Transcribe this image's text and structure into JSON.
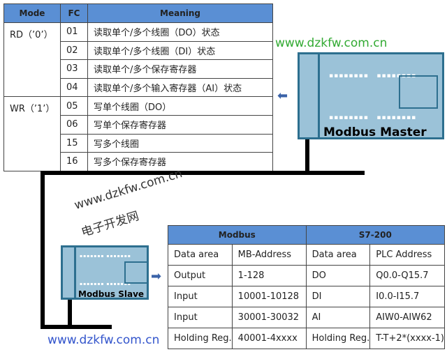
{
  "fc_table": {
    "headers": [
      "Mode",
      "FC",
      "Meaning"
    ],
    "modes": [
      "RD（’0’）",
      "WR（’1’）"
    ],
    "rows": [
      {
        "fc": "01",
        "meaning": "读取单个/多个线圈（DO）状态"
      },
      {
        "fc": "02",
        "meaning": "读取单个/多个线圈（DI）状态"
      },
      {
        "fc": "03",
        "meaning": "读取单个/多个保存寄存器"
      },
      {
        "fc": "04",
        "meaning": "读取单个/多个输入寄存器（AI）状态"
      },
      {
        "fc": "05",
        "meaning": "写单个线圈（DO）"
      },
      {
        "fc": "06",
        "meaning": "写单个保存寄存器"
      },
      {
        "fc": "15",
        "meaning": "写多个线圈"
      },
      {
        "fc": "16",
        "meaning": "写多个保存寄存器"
      }
    ]
  },
  "master": {
    "label": "Modbus Master"
  },
  "slave": {
    "label": "Modbus Slave"
  },
  "map_table": {
    "groups": [
      "Modbus",
      "S7-200"
    ],
    "rows": [
      [
        "Data area",
        "MB-Address",
        "Data area",
        "PLC Address"
      ],
      [
        "Output",
        "1-128",
        "DO",
        "Q0.0-Q15.7"
      ],
      [
        "Input",
        "10001-10128",
        "DI",
        "I0.0-I15.7"
      ],
      [
        "Input",
        "30001-30032",
        "AI",
        "AIW0-AIW62"
      ],
      [
        "Holding Reg.",
        "40001-4xxxx",
        "Holding Reg.",
        "T-T+2*(xxxx-1)"
      ]
    ]
  },
  "watermarks": {
    "url": "www.dzkfw.com.cn",
    "cn": "电子开发网"
  },
  "colors": {
    "header": "#5a8fd4",
    "plc": "#9bc2d8",
    "watermark_green": "#33aa33",
    "watermark_blue": "#3355cc"
  }
}
